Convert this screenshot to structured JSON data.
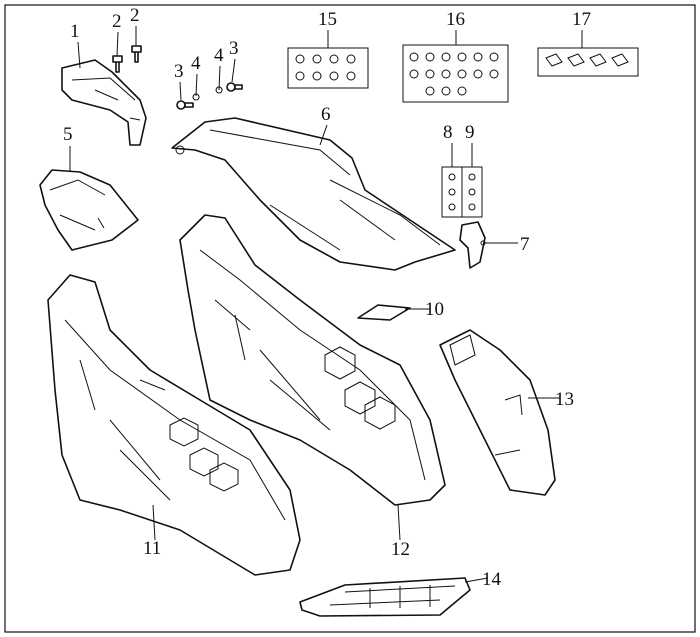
{
  "diagram": {
    "type": "exploded parts diagram",
    "callouts": [
      "1",
      "2",
      "2",
      "3",
      "4",
      "4",
      "3",
      "5",
      "6",
      "7",
      "8",
      "9",
      "10",
      "11",
      "12",
      "13",
      "14",
      "15",
      "16",
      "17"
    ]
  }
}
